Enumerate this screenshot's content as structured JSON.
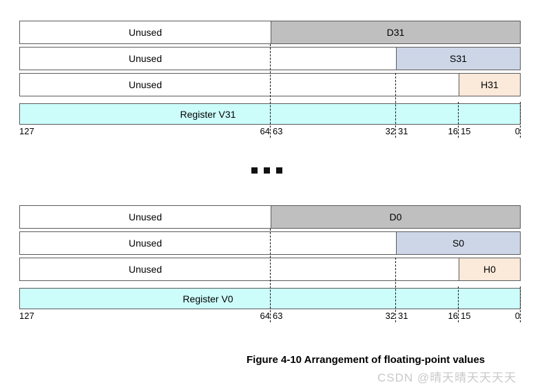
{
  "figure": {
    "caption": "Figure 4-10 Arrangement of floating-point values",
    "watermark": "CSDN @晴天晴天天天天",
    "ellipsis_dots": 3,
    "colors": {
      "double_field": "#bfbfbf",
      "single_field": "#ccd6e7",
      "half_field": "#fbe9da",
      "register_bar": "#ccfdfb",
      "outline": "#5a5a5a",
      "guide_line": "#111111",
      "watermark": "#c9c9c9"
    },
    "bit_ruler": {
      "ticks": [
        "127",
        "64",
        "63",
        "32",
        "31",
        "16",
        "15",
        "0"
      ]
    },
    "blocks": [
      {
        "id": "v31",
        "rows": [
          {
            "unused_label": "Unused",
            "field_label": "D31",
            "field_kind": "double",
            "field_bits": "63:0"
          },
          {
            "unused_label": "Unused",
            "field_label": "S31",
            "field_kind": "single",
            "field_bits": "31:0"
          },
          {
            "unused_label": "Unused",
            "field_label": "H31",
            "field_kind": "half",
            "field_bits": "15:0"
          }
        ],
        "register_label": "Register V31",
        "ruler": {
          "ticks": [
            "127",
            "64",
            "63",
            "32",
            "31",
            "16",
            "15",
            "0"
          ]
        }
      },
      {
        "id": "v0",
        "rows": [
          {
            "unused_label": "Unused",
            "field_label": "D0",
            "field_kind": "double",
            "field_bits": "63:0"
          },
          {
            "unused_label": "Unused",
            "field_label": "S0",
            "field_kind": "single",
            "field_bits": "31:0"
          },
          {
            "unused_label": "Unused",
            "field_label": "H0",
            "field_kind": "half",
            "field_bits": "15:0"
          }
        ],
        "register_label": "Register V0",
        "ruler": {
          "ticks": [
            "127",
            "64",
            "63",
            "32",
            "31",
            "16",
            "15",
            "0"
          ]
        }
      }
    ]
  }
}
